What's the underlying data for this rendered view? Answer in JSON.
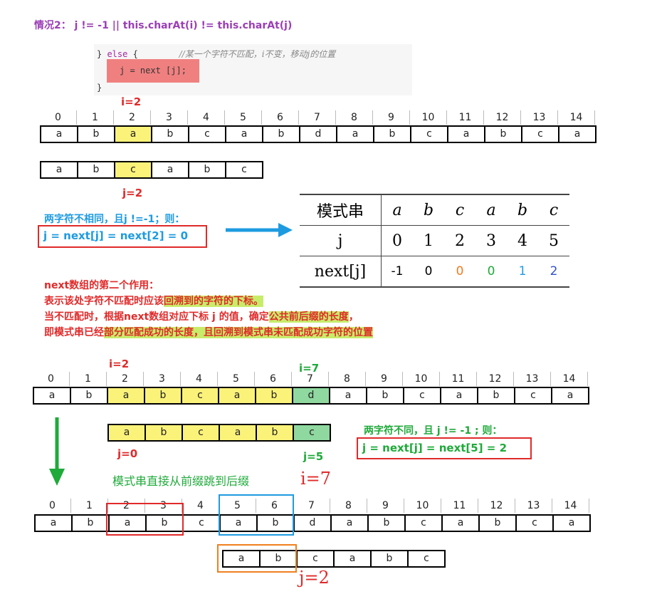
{
  "title": "情况2： j != -1 ||  this.charAt(i) != this.charAt(j)",
  "code": {
    "line1_brace": "} ",
    "line1_kw": "else",
    "line1_rest": " {",
    "line1_comment": "//某一个字符不匹配，i不变，移动j的位置",
    "line2": "j = next [j];",
    "line3": "}"
  },
  "indices": [
    "0",
    "1",
    "2",
    "3",
    "4",
    "5",
    "6",
    "7",
    "8",
    "9",
    "10",
    "11",
    "12",
    "13",
    "14"
  ],
  "text": [
    "a",
    "b",
    "a",
    "b",
    "c",
    "a",
    "b",
    "d",
    "a",
    "b",
    "c",
    "a",
    "b",
    "c",
    "a"
  ],
  "pattern": [
    "a",
    "b",
    "c",
    "a",
    "b",
    "c"
  ],
  "labels": {
    "i2_a": "i=2",
    "j2_a": "j=2",
    "i2_b": "i=2",
    "i7_b": "i=7",
    "j0": "j=0",
    "j5": "j=5",
    "i7_c": "i=7",
    "j2_c": "j=2"
  },
  "notes": {
    "blue1": "两字符不相同，且j !=-1；则：",
    "blue2": "j = next[j] = next[2] = 0",
    "green1": "两字符不同，且 j != -1 ; 则：",
    "green2": "j = next[j] = next[5] = 2",
    "jump": "模式串直接从前缀跳到后缀"
  },
  "explain": {
    "l1": "next数组的第二个作用：",
    "l2a": "表示该处字符不匹配时应该",
    "l2b": "回溯到的字符的下标。",
    "l3a": "当不匹配时，根据next数组对应下标 j 的值，确定",
    "l3b": "公共前后缀的长度",
    "l3c": "，",
    "l4a": "即模式串已经",
    "l4b": "部分匹配成功",
    "l4c": "的长度，且回溯到模式串未匹配成功字符的位置"
  },
  "next_table": {
    "row_headers": [
      "模式串",
      "j",
      "next[j]"
    ],
    "chars": [
      "a",
      "b",
      "c",
      "a",
      "b",
      "c"
    ],
    "j": [
      "0",
      "1",
      "2",
      "3",
      "4",
      "5"
    ],
    "next": [
      "-1",
      "0",
      "0",
      "0",
      "1",
      "2"
    ],
    "next_colors": [
      "#000000",
      "#000000",
      "#f07a20",
      "#1faa3a",
      "#1e9be0",
      "#3050d0"
    ]
  },
  "colors": {
    "highlight_yellow": "#fbf27a",
    "highlight_green": "#8fd8a0",
    "accent_red": "#e02a2a",
    "accent_blue": "#1e9be0",
    "accent_green": "#1faa3a",
    "accent_orange": "#f08020",
    "title_purple": "#9b3fb5"
  }
}
